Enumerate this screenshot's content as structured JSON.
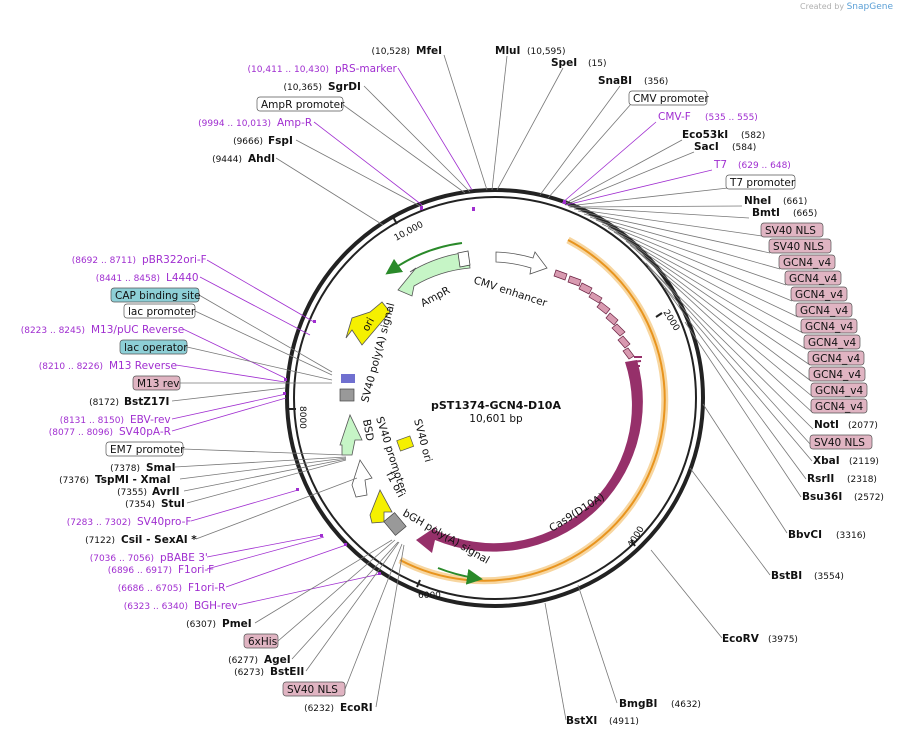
{
  "credit": {
    "prefix": "Created by",
    "brand": "SnapGene"
  },
  "plasmid": {
    "name": "pST1374-GCN4-D10A",
    "size": "10,601 bp"
  },
  "ticks": [
    "2000",
    "4000",
    "6000",
    "8000",
    "10,000"
  ],
  "colors": {
    "features_box": "#e0b4c2",
    "blue_box": "#8dcfd6",
    "primer": "#a02ed0",
    "cas9": "#96306a",
    "orf": "#f0a020",
    "ori": "#f5f000",
    "ampr": "#c6f5c6"
  },
  "left_labels": [
    {
      "pos": "(10,411 .. 10,430)",
      "name": "pRS-marker",
      "kind": "primer"
    },
    {
      "pos": "(10,365)",
      "name": "SgrDI",
      "kind": "enzyme"
    },
    {
      "name": "AmpR promoter",
      "kind": "white"
    },
    {
      "pos": "(9994 .. 10,013)",
      "name": "Amp-R",
      "kind": "primer"
    },
    {
      "pos": "(9666)",
      "name": "FspI",
      "kind": "enzyme"
    },
    {
      "pos": "(9444)",
      "name": "AhdI",
      "kind": "enzyme"
    },
    {
      "pos": "(8692 .. 8711)",
      "name": "pBR322ori-F",
      "kind": "primer"
    },
    {
      "pos": "(8441 .. 8458)",
      "name": "L4440",
      "kind": "primer"
    },
    {
      "name": "CAP binding site",
      "kind": "blue"
    },
    {
      "name": "lac promoter",
      "kind": "white"
    },
    {
      "pos": "(8223 .. 8245)",
      "name": "M13/pUC Reverse",
      "kind": "primer"
    },
    {
      "name": "lac operator",
      "kind": "blue"
    },
    {
      "pos": "(8210 .. 8226)",
      "name": "M13 Reverse",
      "kind": "primer"
    },
    {
      "name": "M13 rev",
      "kind": "pink"
    },
    {
      "pos": "(8172)",
      "name": "BstZ17I",
      "kind": "enzyme"
    },
    {
      "pos": "(8131 .. 8150)",
      "name": "EBV-rev",
      "kind": "primer"
    },
    {
      "pos": "(8077 .. 8096)",
      "name": "SV40pA-R",
      "kind": "primer"
    },
    {
      "name": "EM7 promoter",
      "kind": "white"
    },
    {
      "pos": "(7378)",
      "name": "SmaI",
      "kind": "enzyme"
    },
    {
      "pos": "(7376)",
      "name": "TspMI - XmaI",
      "kind": "enzyme"
    },
    {
      "pos": "(7355)",
      "name": "AvrII",
      "kind": "enzyme"
    },
    {
      "pos": "(7354)",
      "name": "StuI",
      "kind": "enzyme"
    },
    {
      "pos": "(7283 .. 7302)",
      "name": "SV40pro-F",
      "kind": "primer"
    },
    {
      "pos": "(7122)",
      "name": "CsiI - SexAI *",
      "kind": "enzyme"
    },
    {
      "pos": "(7036 .. 7056)",
      "name": "pBABE 3'",
      "kind": "primer"
    },
    {
      "pos": "(6896 .. 6917)",
      "name": "F1ori-F",
      "kind": "primer"
    },
    {
      "pos": "(6686 .. 6705)",
      "name": "F1ori-R",
      "kind": "primer"
    },
    {
      "pos": "(6323 .. 6340)",
      "name": "BGH-rev",
      "kind": "primer"
    },
    {
      "pos": "(6307)",
      "name": "PmeI",
      "kind": "enzyme"
    },
    {
      "name": "6xHis",
      "kind": "pink"
    },
    {
      "pos": "(6277)",
      "name": "AgeI",
      "kind": "enzyme"
    },
    {
      "pos": "(6273)",
      "name": "BstEII",
      "kind": "enzyme"
    },
    {
      "name": "SV40 NLS",
      "kind": "pink"
    },
    {
      "pos": "(6232)",
      "name": "EcoRI",
      "kind": "enzyme"
    }
  ],
  "top_labels": [
    {
      "pos": "(10,528)",
      "name": "MfeI"
    },
    {
      "name": "MluI",
      "pos": "(10,595)"
    },
    {
      "name": "SpeI",
      "pos": "(15)"
    },
    {
      "name": "SnaBI",
      "pos": "(356)"
    }
  ],
  "right_labels": [
    {
      "name": "CMV promoter",
      "kind": "white"
    },
    {
      "name": "CMV-F",
      "pos": "(535 .. 555)",
      "kind": "primer"
    },
    {
      "name": "Eco53kI",
      "pos": "(582)",
      "kind": "enzyme"
    },
    {
      "name": "SacI",
      "pos": "(584)",
      "kind": "enzyme"
    },
    {
      "name": "T7",
      "pos": "(629 .. 648)",
      "kind": "primer"
    },
    {
      "name": "T7 promoter",
      "kind": "white"
    },
    {
      "name": "NheI",
      "pos": "(661)",
      "kind": "enzyme"
    },
    {
      "name": "BmtI",
      "pos": "(665)",
      "kind": "enzyme"
    },
    {
      "name": "SV40 NLS",
      "kind": "pink"
    },
    {
      "name": "SV40 NLS",
      "kind": "pink"
    },
    {
      "name": "GCN4_v4",
      "kind": "pink"
    },
    {
      "name": "GCN4_v4",
      "kind": "pink"
    },
    {
      "name": "GCN4_v4",
      "kind": "pink"
    },
    {
      "name": "GCN4_v4",
      "kind": "pink"
    },
    {
      "name": "GCN4_v4",
      "kind": "pink"
    },
    {
      "name": "GCN4_v4",
      "kind": "pink"
    },
    {
      "name": "GCN4_v4",
      "kind": "pink"
    },
    {
      "name": "GCN4_v4",
      "kind": "pink"
    },
    {
      "name": "GCN4_v4",
      "kind": "pink"
    },
    {
      "name": "GCN4_v4",
      "kind": "pink"
    },
    {
      "name": "NotI",
      "pos": "(2077)",
      "kind": "enzyme"
    },
    {
      "name": "SV40 NLS",
      "kind": "pink"
    },
    {
      "name": "XbaI",
      "pos": "(2119)",
      "kind": "enzyme"
    },
    {
      "name": "RsrII",
      "pos": "(2318)",
      "kind": "enzyme"
    },
    {
      "name": "Bsu36I",
      "pos": "(2572)",
      "kind": "enzyme"
    },
    {
      "name": "BbvCI",
      "pos": "(3316)",
      "kind": "enzyme"
    },
    {
      "name": "BstBI",
      "pos": "(3554)",
      "kind": "enzyme"
    },
    {
      "name": "EcoRV",
      "pos": "(3975)",
      "kind": "enzyme"
    },
    {
      "name": "BmgBI",
      "pos": "(4632)",
      "kind": "enzyme"
    },
    {
      "name": "BstXI",
      "pos": "(4911)",
      "kind": "enzyme"
    }
  ],
  "inner_labels": {
    "cmv_enhancer": "CMV enhancer",
    "ampr": "AmpR",
    "ori": "ori",
    "sv40_polya": "SV40 poly(A) signal",
    "sv40_ori": "SV40 ori",
    "bsd": "BSD",
    "sv40_promoter": "SV40 promoter",
    "f1_ori": "f1 ori",
    "bgh": "bGH poly(A) signal",
    "cas9": "Cas9(D10A)"
  }
}
